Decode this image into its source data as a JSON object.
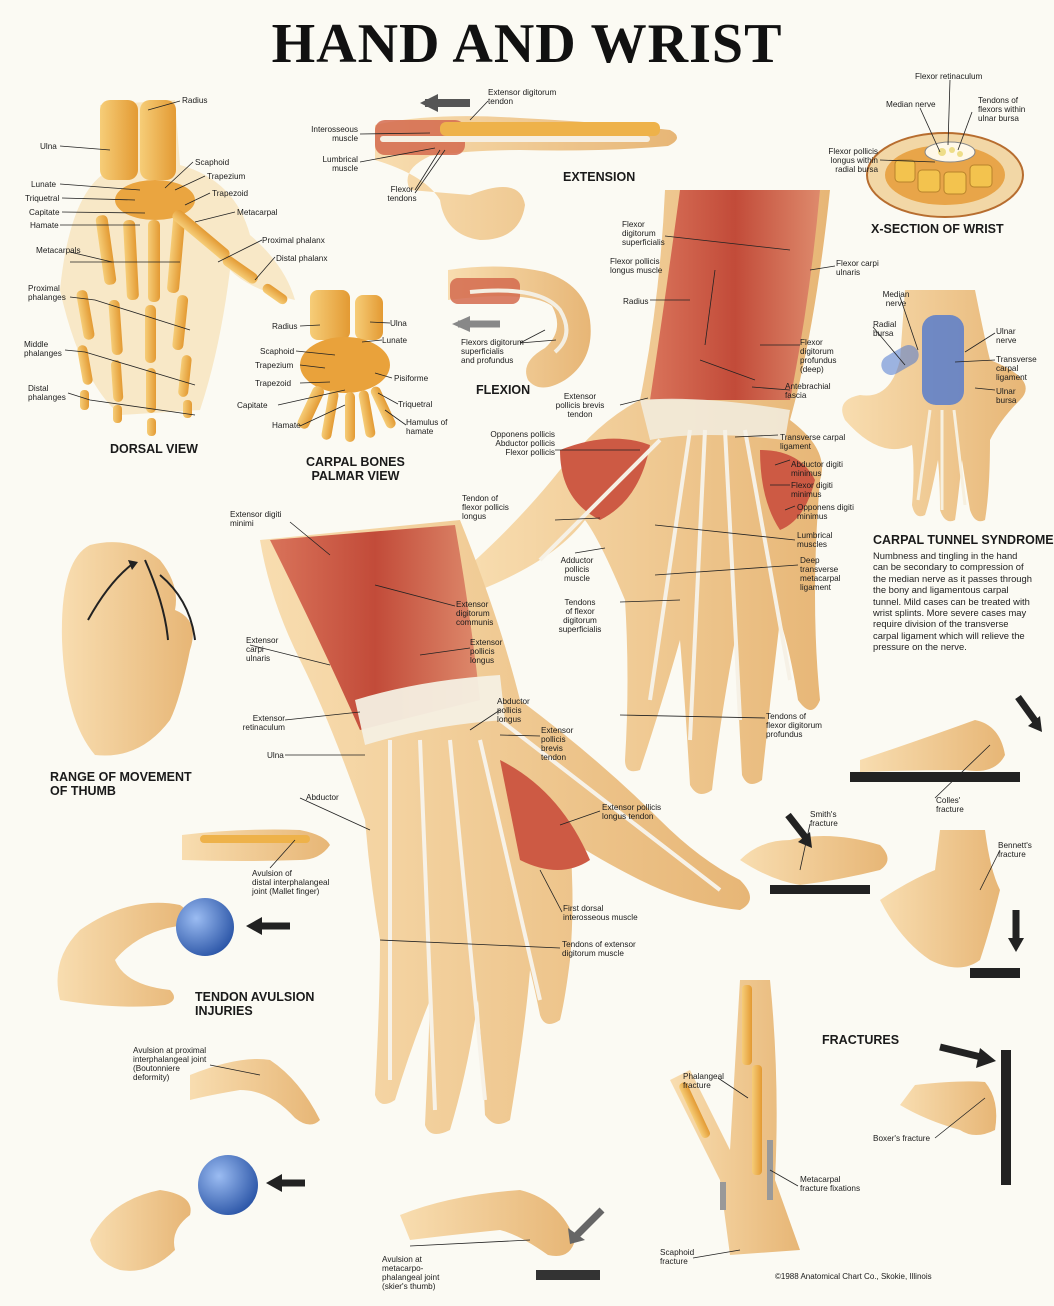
{
  "title": "HAND AND WRIST",
  "headings": {
    "dorsal": "DORSAL VIEW",
    "carpal": "CARPAL BONES\nPALMAR VIEW",
    "extension": "EXTENSION",
    "flexion": "FLEXION",
    "xsection": "X-SECTION OF WRIST",
    "carpal_tunnel": "CARPAL TUNNEL SYNDROME",
    "thumb": "RANGE OF MOVEMENT\nOF THUMB",
    "tendon": "TENDON AVULSION\nINJURIES",
    "fractures": "FRACTURES"
  },
  "carpal_tunnel_text": "Numbness and tingling in the hand can be secondary to compression of the median nerve as it passes through the bony and ligamentous carpal tunnel. Mild cases can be treated with wrist splints. More severe cases may require division of the transverse carpal ligament which will relieve the pressure on the nerve.",
  "copyright": "©1988 Anatomical Chart Co., Skokie, Illinois",
  "labels": {
    "dorsal": {
      "radius": "Radius",
      "ulna": "Ulna",
      "scaphoid": "Scaphoid",
      "trapezium": "Trapezium",
      "lunate": "Lunate",
      "trapezoid": "Trapezoid",
      "triquetral": "Triquetral",
      "capitate": "Capitate",
      "metacarpal": "Metacarpal",
      "hamate": "Hamate",
      "metacarpals": "Metacarpals",
      "proximal_phalanx": "Proximal phalanx",
      "distal_phalanx": "Distal phalanx",
      "proximal_phalanges": "Proximal\nphalanges",
      "middle_phalanges": "Middle\nphalanges",
      "distal_phalanges": "Distal\nphalanges"
    },
    "carpal": {
      "radius": "Radius",
      "ulna": "Ulna",
      "lunate": "Lunate",
      "scaphoid": "Scaphoid",
      "trapezium": "Trapezium",
      "pisiforme": "Pisiforme",
      "trapezoid": "Trapezoid",
      "triquetral": "Triquetral",
      "capitate": "Capitate",
      "hamate": "Hamate",
      "hamulus": "Hamulus of\nhamate"
    },
    "extension": {
      "ext_dig_tendon": "Extensor digitorum\ntendon",
      "interosseous": "Interosseous\nmuscle",
      "lumbrical": "Lumbrical\nmuscle",
      "flexor_tendons": "Flexor\ntendons"
    },
    "flexion": {
      "flexors": "Flexors digitorum\nsuperficialis\nand profundus"
    },
    "palmar": {
      "fds": "Flexor\ndigitorum\nsuperficialis",
      "fpl_muscle": "Flexor pollicis\nlongus muscle",
      "fcu": "Flexor carpi\nulnaris",
      "radius": "Radius",
      "fdp": "Flexor\ndigitorum\nprofundus\n(deep)",
      "antebrachial": "Antebrachial\nfascia",
      "epb_tendon": "Extensor\npollicis brevis\ntendon",
      "thenar": "Opponens pollicis\nAbductor pollicis\nFlexor pollicis",
      "tcl": "Transverse carpal\nligament",
      "adm": "Abductor digiti\nminimus",
      "fdm": "Flexor digiti\nminimus",
      "fpl_tendon": "Tendon of\nflexor pollicis\nlongus",
      "odm": "Opponens digiti\nminimus",
      "lumbrical": "Lumbrical\nmuscles",
      "adductor": "Adductor\npollicis\nmuscle",
      "dtml": "Deep\ntransverse\nmetacarpal\nligament",
      "fds_tendons": "Tendons\nof flexor\ndigitorum\nsuperficialis",
      "fdp_tendons": "Tendons of\nflexor digitorum\nprofundus"
    },
    "xsection": {
      "retinaculum": "Flexor retinaculum",
      "median": "Median nerve",
      "ulnar_bursa_tendons": "Tendons of\nflexors within\nulnar bursa",
      "fpl_radial": "Flexor pollicis\nlongus within\nradial bursa"
    },
    "tunnel": {
      "median": "Median\nnerve",
      "radial_bursa": "Radial\nbursa",
      "ulnar_nerve": "Ulnar\nnerve",
      "tcl": "Transverse\ncarpal\nligament",
      "ulnar_bursa": "Ulnar\nbursa"
    },
    "dorsal_muscle": {
      "edm": "Extensor digiti\nminimi",
      "ed_communis": "Extensor\ndigitorum\ncommunis",
      "ecu": "Extensor\ncarpi\nulnaris",
      "epl": "Extensor\npollicis\nlongus",
      "apl": "Abductor\npollicis\nlongus",
      "ext_ret": "Extensor\nretinaculum",
      "epb": "Extensor\npollicis\nbrevis\ntendon",
      "ulna": "Ulna",
      "abductor": "Abductor",
      "epl_tendon": "Extensor pollicis\nlongus tendon",
      "fdi": "First dorsal\ninterosseous muscle",
      "ed_tendons": "Tendons of extensor\ndigitorum muscle"
    },
    "tendon": {
      "mallet": "Avulsion of\ndistal interphalangeal\njoint (Mallet finger)",
      "boutonniere": "Avulsion at proximal\ninterphalangeal joint\n(Boutonniere\ndeformity)",
      "skier": "Avulsion at\nmetacarpo-\nphalangeal joint\n(skier's thumb)"
    },
    "fractures": {
      "colles": "Colles'\nfracture",
      "smith": "Smith's\nfracture",
      "bennett": "Bennett's\nfracture",
      "phalangeal": "Phalangeal\nfracture",
      "metacarpal_fix": "Metacarpal\nfracture fixations",
      "boxer": "Boxer's fracture",
      "scaphoid": "Scaphoid\nfracture"
    }
  },
  "colors": {
    "bone": "#e9a23b",
    "bone_light": "#f4c46b",
    "skin": "#efc48a",
    "skin_light": "#f7dcae",
    "muscle": "#c9533e",
    "muscle_light": "#e0826a",
    "tendon": "#f3ede0",
    "ball": "#3f6fc8"
  }
}
